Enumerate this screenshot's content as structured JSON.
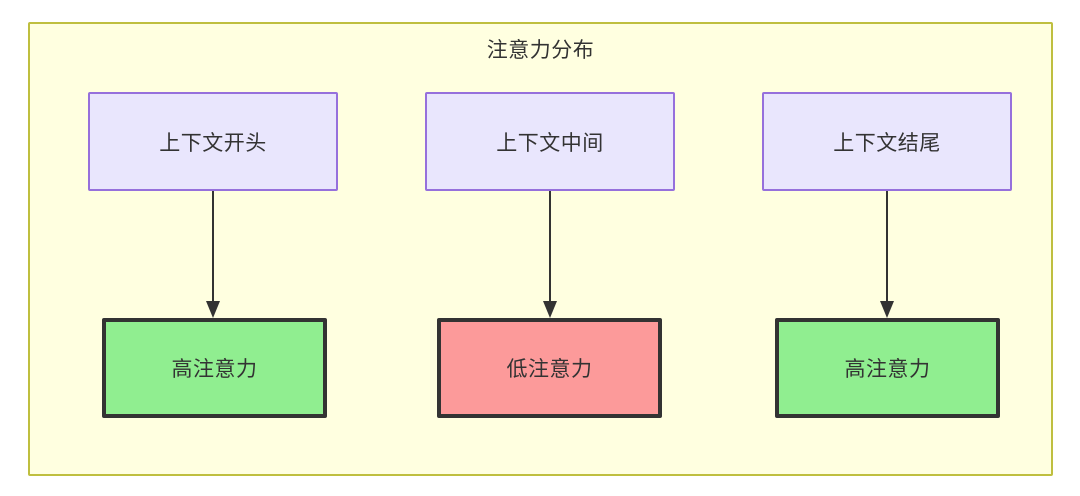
{
  "diagram": {
    "title": "注意力分布",
    "background_color": "#ffffe0",
    "border_color": "#bfbf3f",
    "page_background": "#ffffff",
    "text_color": "#333333"
  },
  "nodes": {
    "context": [
      {
        "id": "context-start",
        "label": "上下文开头",
        "fill": "#e9e6fd",
        "stroke": "#9670dc"
      },
      {
        "id": "context-middle",
        "label": "上下文中间",
        "fill": "#e9e6fd",
        "stroke": "#9670dc"
      },
      {
        "id": "context-end",
        "label": "上下文结尾",
        "fill": "#e9e6fd",
        "stroke": "#9670dc"
      }
    ],
    "attention": [
      {
        "id": "attention-high-start",
        "label": "高注意力",
        "fill": "#90ee90",
        "stroke": "#333333",
        "level": "high"
      },
      {
        "id": "attention-low-middle",
        "label": "低注意力",
        "fill": "#fc9a9a",
        "stroke": "#333333",
        "level": "low"
      },
      {
        "id": "attention-high-end",
        "label": "高注意力",
        "fill": "#90ee90",
        "stroke": "#333333",
        "level": "high"
      }
    ]
  },
  "edges": [
    {
      "from": "上下文开头",
      "to": "高注意力",
      "color": "#333333"
    },
    {
      "from": "上下文中间",
      "to": "低注意力",
      "color": "#333333"
    },
    {
      "from": "上下文结尾",
      "to": "高注意力",
      "color": "#333333"
    }
  ]
}
